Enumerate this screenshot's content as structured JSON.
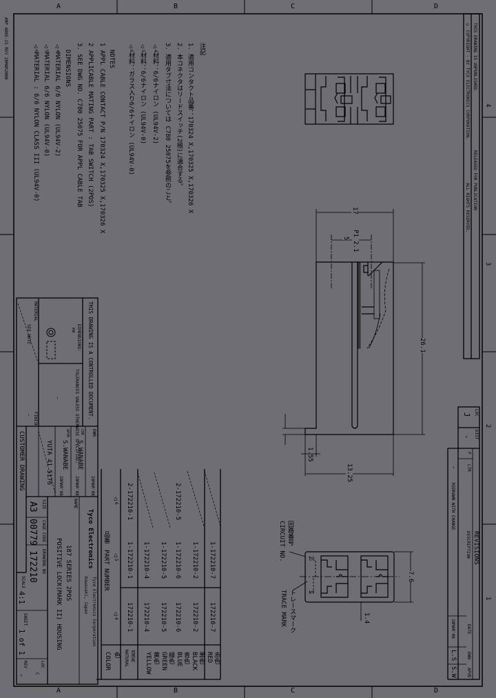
{
  "sheet": {
    "zones_letters": [
      "A",
      "B",
      "C",
      "D"
    ],
    "zones_numbers": [
      "4",
      "3",
      "2",
      "1"
    ],
    "form_id": "AMP 4805-15 REV 20MAR2000"
  },
  "copyright": {
    "unpublished": "THIS DRAWING IS UNPUBLISHED.",
    "released": "RELEASED FOR PUBLICATION",
    "copyright_line": "© COPYRIGHT  -     BY TYCO ELECTRONICS CORPORATION.",
    "rights": "ALL RIGHTS RESERVED."
  },
  "revisions": {
    "loc_label": "LOC",
    "loc_value": "J",
    "dist_label": "DIST",
    "dist_value": "-",
    "title": "REVISIONS",
    "p_label": "P",
    "ltr_label": "LTR",
    "description_label": "DESCRIPTION",
    "date_label": "DATE",
    "dwn_label": "DWN",
    "apvd_label": "APVD",
    "rows": [
      {
        "ltr": "-",
        "description": "REDRAWN WITH CHANGE",
        "date": "28MAR'08",
        "dwn": "L.S",
        "apvd": "S.W"
      }
    ]
  },
  "notes_jp": {
    "title": "注記",
    "lines": [
      "1. 適用コンタクト品番：170324 X,170325 X,170326 X",
      "2. 本コネクタはリードスイッチ(2極)に適合する。",
      "3. 適用タブ寸法については C780 25075を参照のこと。",
      "材料：6/6ナイロン (UL94V-2)",
      "材料：6/6ナイロン (UL94V-0)",
      "材料：ガラス入り6/6ナイロン (UL94V-0)"
    ],
    "flags": [
      "",
      "",
      "",
      "4",
      "5",
      "6"
    ]
  },
  "notes_en": {
    "title": "NOTES",
    "lines": [
      "1 APPL CABLE CONTACT P/N  170324 X,170325 X,170326 X",
      "2 APPLICABLE MATING PART : TAB SWITCH (2POS)",
      "3. SEE DWG NO. C780 25075 FOR APPL CABLE TAB",
      "DIMENSIONS",
      "MATERIAL  6/6 NYLON (UL94V-2)",
      "MATERIAL  6/6 NYLON (UL94V-0)",
      "MATERIAL : 6/6 NYLON CLASS III  (UL94V-0)"
    ],
    "flags": [
      "",
      "",
      "",
      "",
      "4",
      "5",
      "6"
    ]
  },
  "dimensions": {
    "overall_width": "17",
    "pitch": "P1 2.1",
    "offset": "5",
    "length": "26.1",
    "step": "1.55",
    "height": "13.25",
    "front_width": "7.6",
    "front_small": "1.4"
  },
  "callouts": {
    "circuit_no_jp": "回路番号",
    "circuit_no": "CIRCUIT NO.",
    "circuit_numbers": [
      "2",
      "1"
    ],
    "trace_mark_jp": "トレースマーク",
    "trace_mark": "TRACE MARK"
  },
  "parts_table": {
    "flags": [
      "6",
      "5",
      "4"
    ],
    "part_number_label_jp": "品番",
    "part_number_label": "PART NUMBER",
    "color_label_jp": "色",
    "color_label": "COLOR",
    "rows": [
      {
        "p6": "",
        "p5": "1-172210-7",
        "p4": "172210-7",
        "color_jp": "赤色",
        "color": "RED"
      },
      {
        "p6": "",
        "p5": "1-172210-2",
        "p4": "172210-2",
        "color_jp": "黒色",
        "color": "BLACK"
      },
      {
        "p6": "2-172210-5",
        "p5": "1-172210-6",
        "p4": "172210-6",
        "color_jp": "青色",
        "color": "BLUE"
      },
      {
        "p6": "",
        "p5": "1-172210-5",
        "p4": "172210-5",
        "color_jp": "緑色",
        "color": "GREEN"
      },
      {
        "p6": "",
        "p5": "1-172210-4",
        "p4": "172210-4",
        "color_jp": "黄色",
        "color": "YELLOW"
      },
      {
        "p6": "2-172210-1",
        "p5": "1-172210-1",
        "p4": "172210-1",
        "color_jp": "自然色",
        "color": "NATURAL"
      }
    ]
  },
  "title_block": {
    "controlled": "THIS DRAWING IS A CONTROLLED DOCUMENT.",
    "dimensions_label": "DIMENSIONS:",
    "dimensions_unit": "mm",
    "tolerances": "TOLERANCES UNLESS OTHERWISE SPECIFIED:",
    "tolerance_value": "—",
    "material_label": "MATERIAL",
    "material_value": "SEE NOTE",
    "finish_label": "FINISH",
    "finish_value": "—",
    "customer_drawing": "CUSTOMER DRAWING",
    "dwn_label": "DWN",
    "dwn_name": "S.WANABE",
    "dwn_date": "28MAR'08",
    "chk_label": "CHK",
    "chk_name": "S.WANABE",
    "chk_date": "28MAR'08",
    "apvd_label": "APVD",
    "apvd_name": "YUTA 41 5176",
    "apvd_date": "28MAR'08",
    "company_logo": "Tyco Electronics",
    "company": "Tyco Electronics Corporation",
    "location": "Kawasaki, Japan",
    "name_label": "NAME",
    "title_line1": "187 SERIES 2POS",
    "title_line2": "POSITIVE LOCK(MARK II) HOUSING",
    "size_label": "SIZE",
    "size": "A3",
    "cage_label": "CAGE CODE",
    "cage": "00779",
    "dwg_no_label": "DRAWING NO",
    "dwg_no": "172210",
    "scale_label": "SCALE",
    "scale": "4:1",
    "sheet_label": "SHEET",
    "sheet": "1 of 1",
    "rev_label": "REV",
    "rev": "-",
    "loc_label": "LOC",
    "loc": "C"
  }
}
